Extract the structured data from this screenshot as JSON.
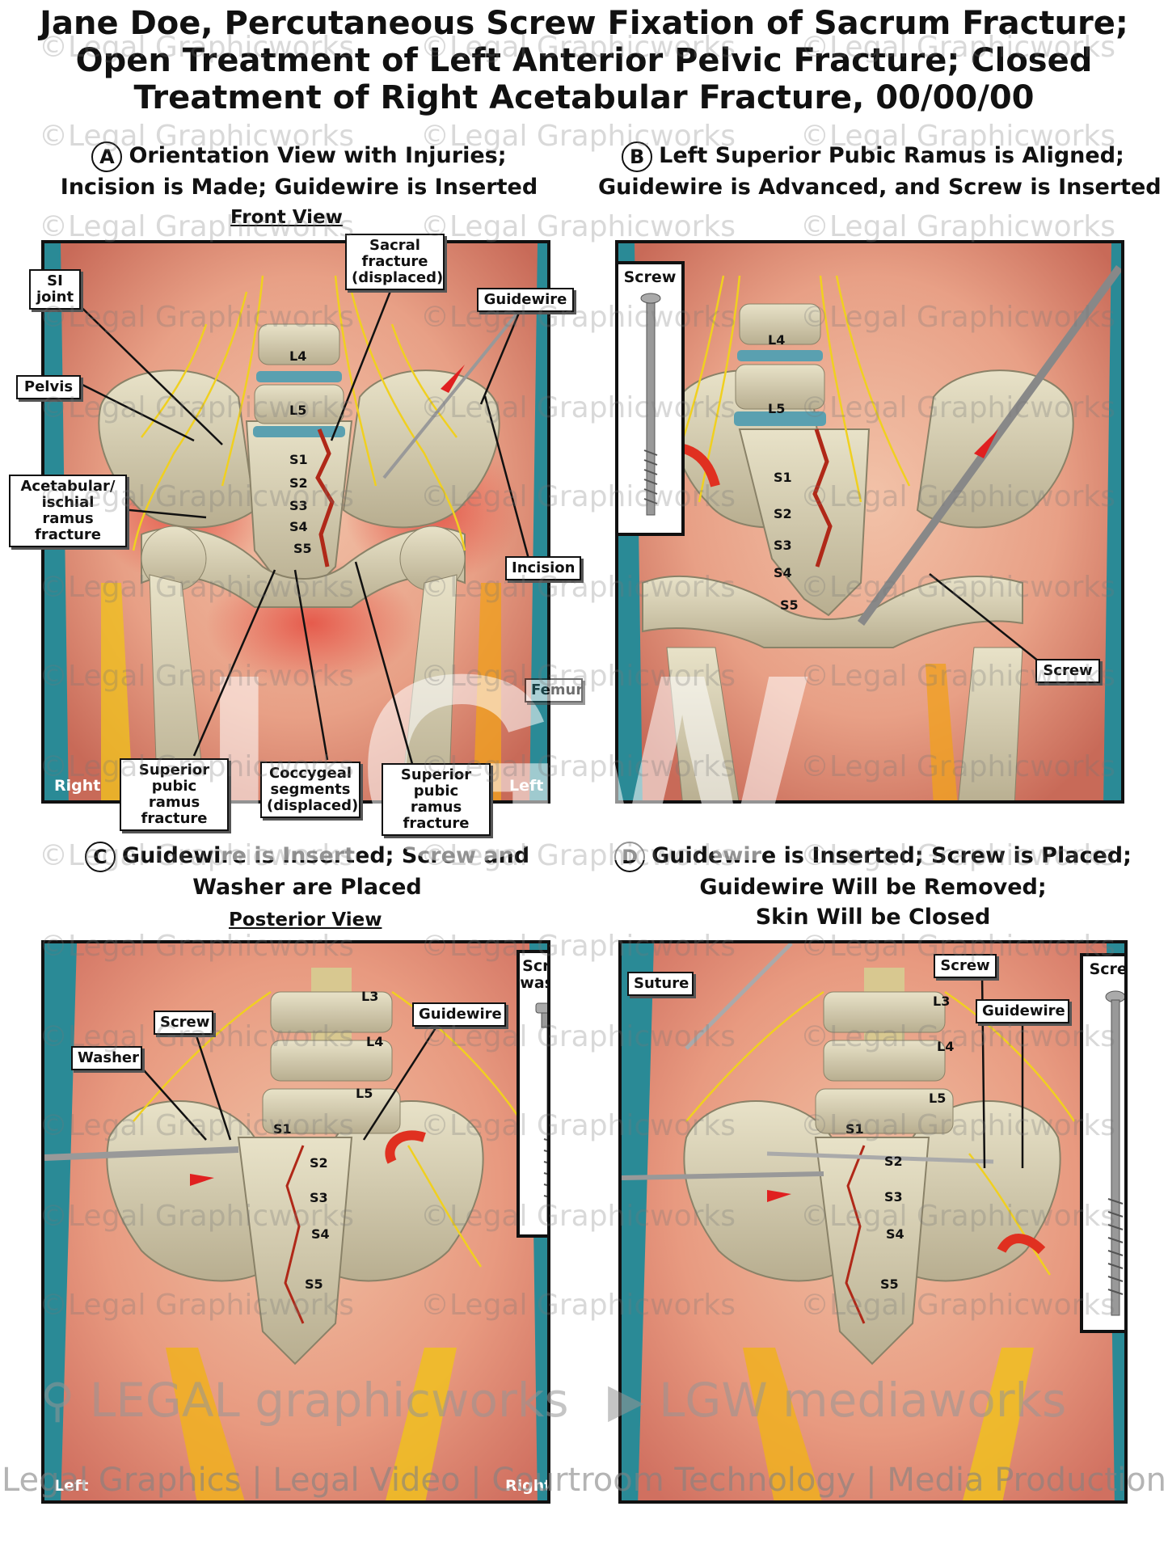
{
  "title": {
    "line1": "Jane Doe, Percutaneous Screw Fixation of Sacrum Fracture;",
    "line2": "Open Treatment of Left Anterior Pelvic Fracture; Closed",
    "line3": "Treatment of Right Acetabular Fracture, 00/00/00"
  },
  "panels": {
    "a": {
      "letter": "A",
      "heading1": "Orientation View with Injuries;",
      "heading2": "Incision is Made; Guidewire is Inserted",
      "view": "Front View",
      "labels": {
        "sacral": "Sacral\nfracture\n(displaced)",
        "si": "SI\njoint",
        "guidewire": "Guidewire",
        "pelvis": "Pelvis",
        "acetabular": "Acetabular/\nischial ramus\nfracture",
        "incision": "Incision",
        "femur": "Femur",
        "sup_right": "Superior\npubic ramus\nfracture",
        "coccygeal": "Coccygeal\nsegments\n(displaced)",
        "sup_left": "Superior\npubic ramus\nfracture"
      },
      "vertebrae": [
        "L4",
        "L5",
        "S1",
        "S2",
        "S3",
        "S4",
        "S5"
      ],
      "right": "Right",
      "left": "Left"
    },
    "b": {
      "letter": "B",
      "heading1": "Left Superior Pubic Ramus is Aligned;",
      "heading2": "Guidewire is Advanced, and Screw is Inserted",
      "inset": "Screw",
      "labels": {
        "screw": "Screw"
      },
      "vertebrae": [
        "L4",
        "L5",
        "S1",
        "S2",
        "S3",
        "S4",
        "S5"
      ]
    },
    "c": {
      "letter": "C",
      "heading1": "Guidewire is Inserted; Screw and",
      "heading2": "Washer are Placed",
      "view": "Posterior View",
      "inset": "Screw/\nwasher",
      "labels": {
        "screw": "Screw",
        "washer": "Washer",
        "guidewire": "Guidewire"
      },
      "vertebrae": [
        "L3",
        "L4",
        "L5",
        "S1",
        "S2",
        "S3",
        "S4",
        "S5"
      ],
      "left": "Left",
      "right": "Right"
    },
    "d": {
      "letter": "D",
      "heading1": "Guidewire is Inserted; Screw is Placed;",
      "heading2": "Guidewire Will be Removed;",
      "heading3": "Skin Will be Closed",
      "inset": "Screw",
      "labels": {
        "suture": "Suture",
        "screw": "Screw",
        "guidewire": "Guidewire"
      },
      "vertebrae": [
        "L3",
        "L4",
        "L5",
        "S1",
        "S2",
        "S3",
        "S4",
        "S5"
      ]
    }
  },
  "watermark": "©Legal Graphicworks",
  "brand_left": "LEGAL graphicworks",
  "brand_right": "LGW mediaworks",
  "logo": "LGW",
  "tagline": "Legal Graphics | Legal Video | Courtroom Technology | Media Production",
  "colors": {
    "skin": "#e8a48c",
    "bone": "#d8d0b0",
    "nerve": "#f0d020",
    "drape": "#2a8a96",
    "inflamed": "#e04a3c"
  }
}
